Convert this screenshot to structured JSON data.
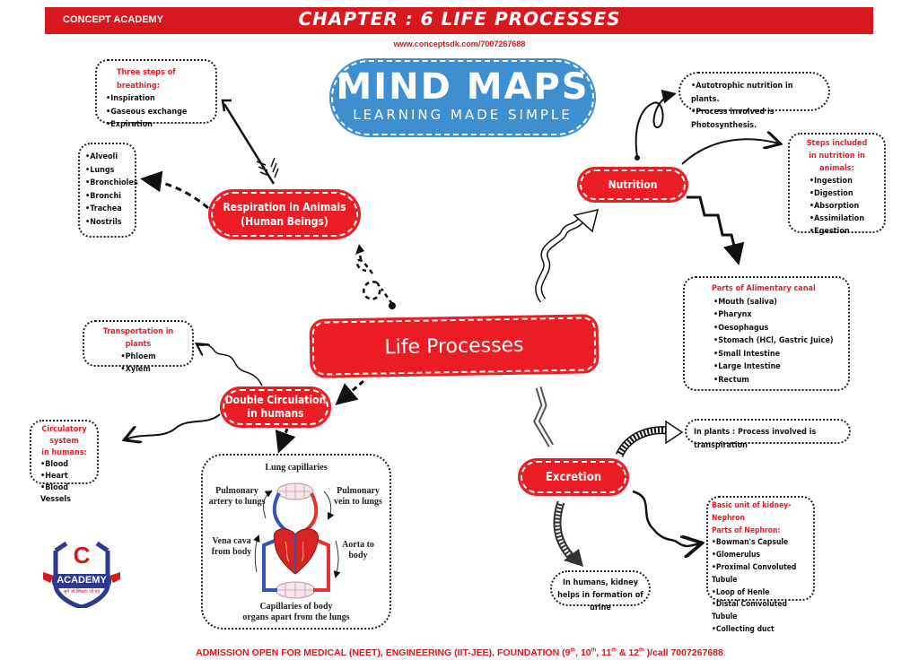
{
  "header": {
    "brand": "CONCEPT ACADEMY",
    "chapter_title": "CHAPTER : 6 LIFE PROCESSES",
    "url": "www.conceptsdk.com/7007267688",
    "bar_color": "#d7181f"
  },
  "logo": {
    "line1": "MIND MAPS",
    "line2": "LEARNING MADE SIMPLE",
    "color": "#3f8fd0"
  },
  "center_node": {
    "label": "Life Processes",
    "color": "#ec1c24"
  },
  "branches": {
    "respiration": {
      "label_line1": "Respiration in Animals",
      "label_line2": "(Human Beings)",
      "breathing_box": {
        "title": "Three steps of breathing:",
        "items": [
          "Inspiration",
          "Gaseous exchange",
          "Expiration"
        ]
      },
      "organs_box": {
        "items": [
          "Alveoli",
          "Lungs",
          "Bronchioles",
          "Bronchi",
          "Trachea",
          "Nostrils"
        ]
      }
    },
    "nutrition": {
      "label": "Nutrition",
      "autotrophic_box": {
        "items": [
          "Autotrophic nutrition in plants.",
          "Process involved is Photosynthesis."
        ]
      },
      "steps_box": {
        "title_line1": "Steps included",
        "title_line2": "in nutrition in animals:",
        "items": [
          "Ingestion",
          "Digestion",
          "Absorption",
          "Assimilation",
          "Egestion"
        ]
      },
      "alimentary_box": {
        "title": "Parts of Alimentary canal",
        "items": [
          "Mouth (saliva)",
          "Pharynx",
          "Oesophagus",
          "Stomach (HCl, Gastric Juice)",
          "Small Intestine",
          "Large Intestine",
          "Rectum"
        ]
      }
    },
    "circulation": {
      "label_line1": "Double Circulation",
      "label_line2": "in humans",
      "transport_box": {
        "title": "Transportation in plants",
        "items": [
          "Phloem",
          "Xylem"
        ]
      },
      "circ_system_box": {
        "title_line1": "Circulatory system",
        "title_line2": "in humans:",
        "items": [
          "Blood",
          "Heart",
          "Blood Vessels"
        ]
      },
      "diagram": {
        "lung_capillaries": "Lung capillaries",
        "pulmonary_artery": [
          "Pulmonary",
          "artery to lungs"
        ],
        "pulmonary_vein": [
          "Pulmonary",
          "vein to lungs"
        ],
        "vena_cava": [
          "Vena cava",
          "from body"
        ],
        "aorta": [
          "Aorta to",
          "body"
        ],
        "body_capillaries": [
          "Capillaries of body",
          "organs apart from the lungs"
        ]
      }
    },
    "excretion": {
      "label": "Excretion",
      "plants_box": {
        "text": "In plants : Process involved is transpiration"
      },
      "humans_box": {
        "line1": "In humans, kidney",
        "line2": "helps in formation of urine"
      },
      "nephron_box": {
        "title_line1": "Basic unit of kidney- Nephron",
        "title_line2": "Parts of Nephron:",
        "items": [
          "Bowman's Capsule",
          "Glomerulus",
          "Proximal Convoluted Tubule",
          "Loop of Henle",
          "Distal Comvoluted Tubule",
          "Collecting duct"
        ]
      }
    }
  },
  "academy_logo": {
    "letter": "C",
    "name": "ACADEMY",
    "tagline": "सुनें जो सिखाए जो वह"
  },
  "footer": {
    "part1": "ADMISSION OPEN FOR MEDICAL (NEET), ENGINEERING (IIT-JEE), FOUNDATION (9",
    "s1": "th",
    "part2": ", 10",
    "s2": "th",
    "part3": ", 11",
    "s3": "th",
    "part4": " & 12",
    "s4": "th",
    "part5": " )/call 7007267688"
  }
}
